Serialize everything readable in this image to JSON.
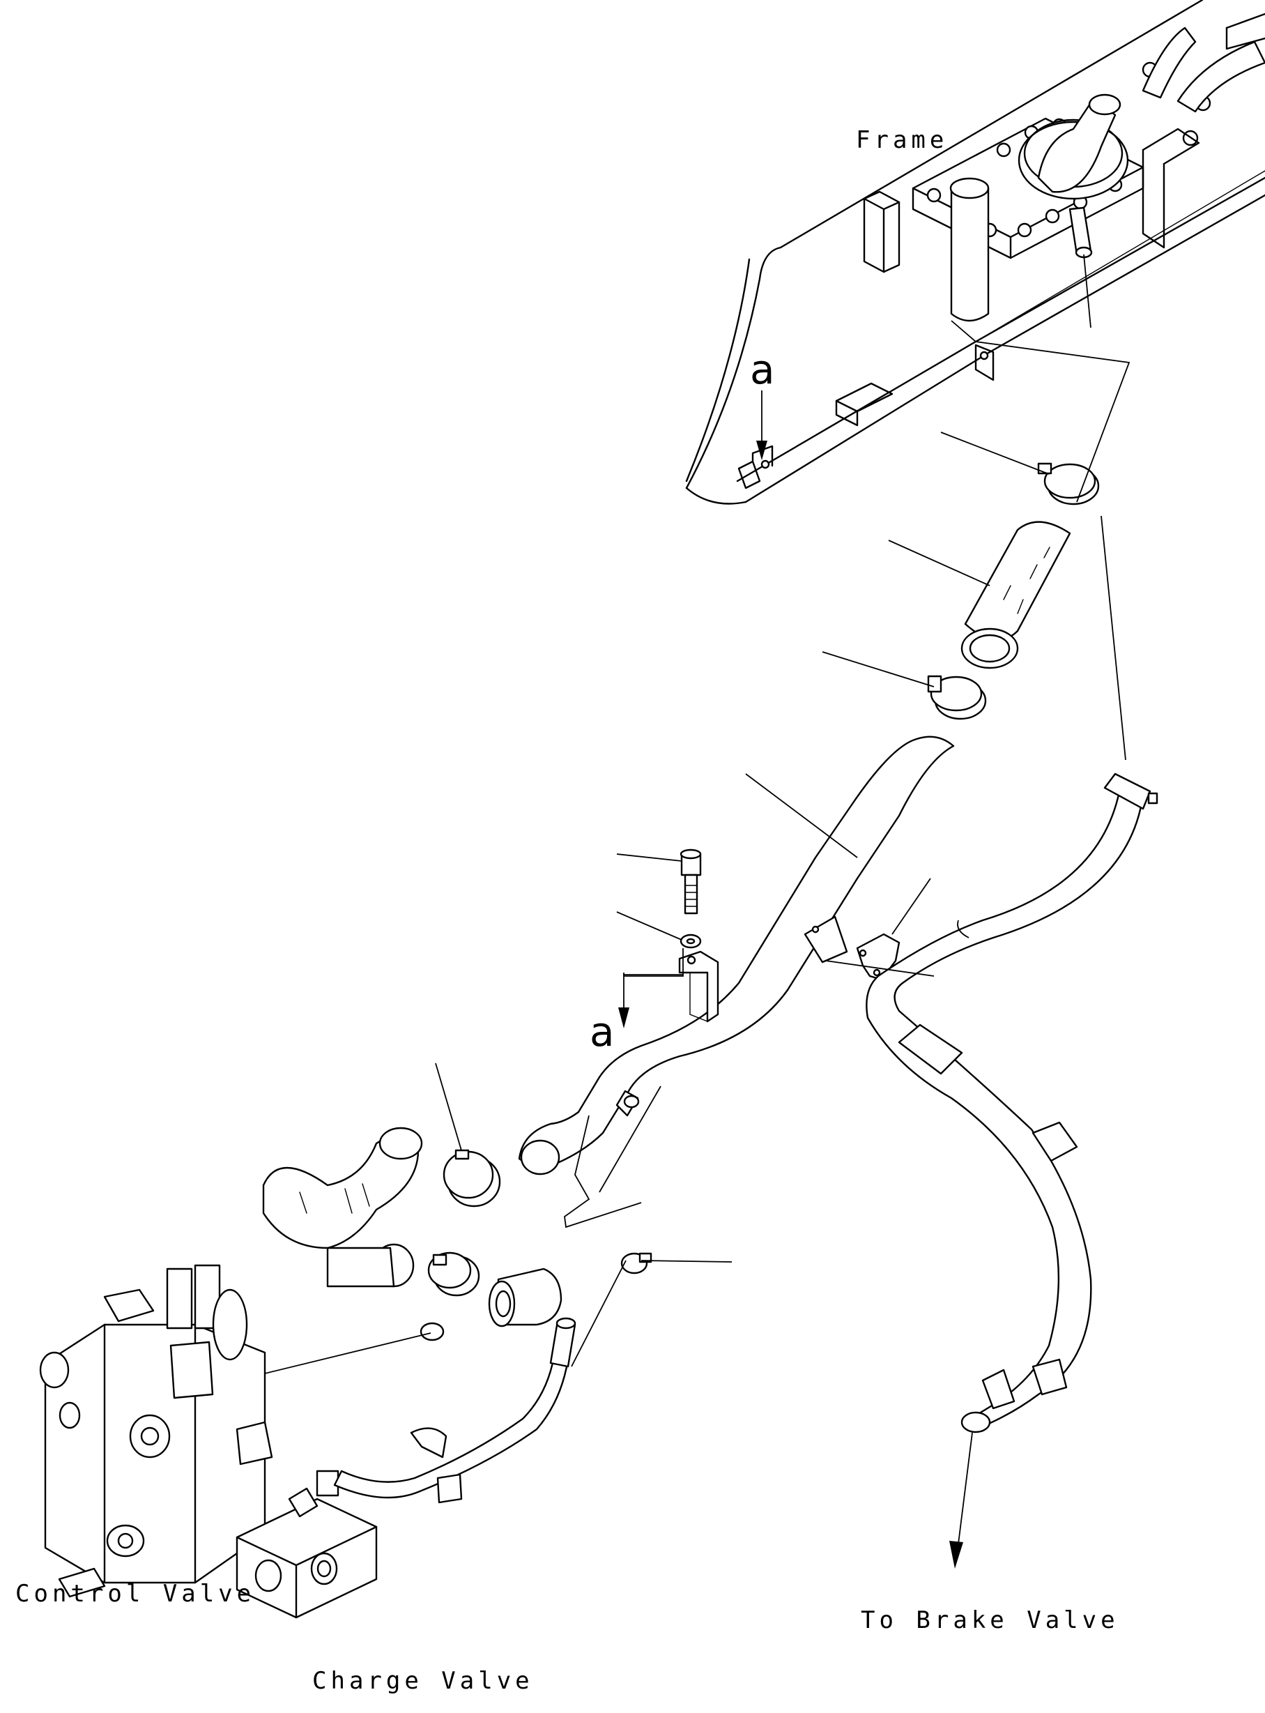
{
  "labels": {
    "frame": "Frame",
    "control_valve": "Control Valve",
    "charge_valve": "Charge Valve",
    "to_brake_valve": "To Brake Valve",
    "view_a_top": "a",
    "view_a_bottom": "a"
  }
}
